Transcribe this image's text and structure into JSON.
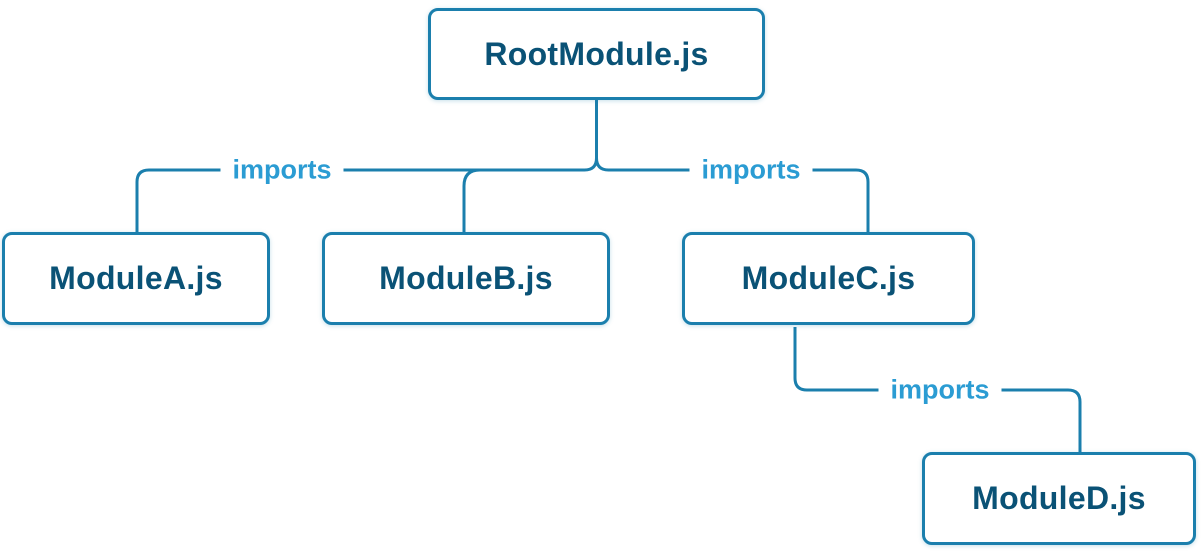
{
  "diagram": {
    "type": "dependency-tree",
    "nodes": {
      "root": {
        "label": "RootModule.js"
      },
      "a": {
        "label": "ModuleA.js"
      },
      "b": {
        "label": "ModuleB.js"
      },
      "c": {
        "label": "ModuleC.js"
      },
      "d": {
        "label": "ModuleD.js"
      }
    },
    "edges": {
      "root_left": {
        "from": "RootModule.js",
        "to": "ModuleA.js, ModuleB.js",
        "label": "imports"
      },
      "root_right": {
        "from": "RootModule.js",
        "to": "ModuleC.js",
        "label": "imports"
      },
      "c_d": {
        "from": "ModuleC.js",
        "to": "ModuleD.js",
        "label": "imports"
      }
    },
    "colors": {
      "line": "#1b7fad",
      "node_border": "#1b7fad",
      "node_bg": "#ffffff",
      "node_text": "#0a5276",
      "edge_label_text": "#2b9cd3",
      "background": "#ffffff"
    }
  }
}
